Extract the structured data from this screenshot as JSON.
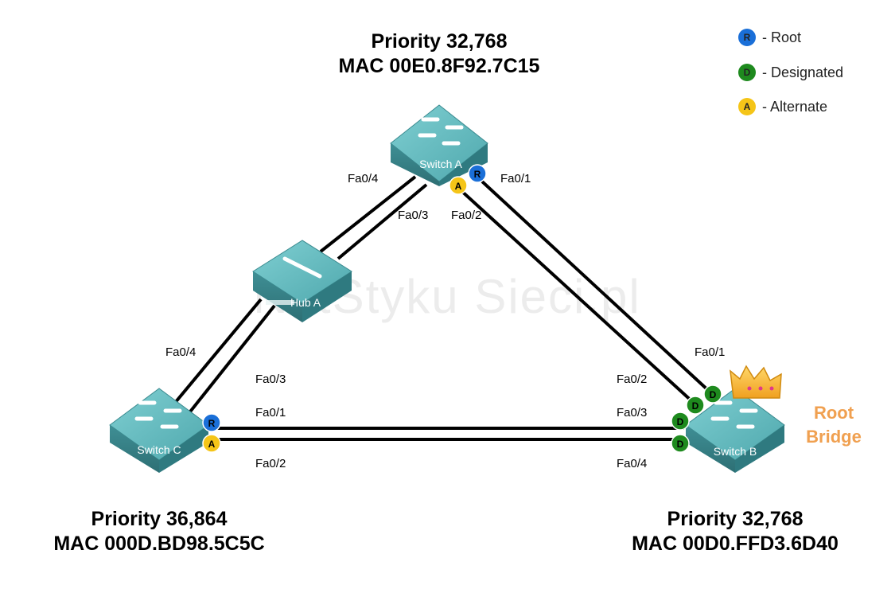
{
  "watermark": "NetStyku Sieci.pl",
  "legend": [
    {
      "badge": "R",
      "text": "- Root",
      "color": "#1a6fd8",
      "text_color": "#222222"
    },
    {
      "badge": "D",
      "text": "- Designated",
      "color": "#1e8a1e",
      "text_color": "#222222"
    },
    {
      "badge": "A",
      "text": "- Alternate",
      "color": "#f5c518",
      "text_color": "#222222"
    }
  ],
  "switch_a": {
    "label": "Switch A",
    "priority": "Priority 32,768",
    "mac": "MAC 00E0.8F92.7C15"
  },
  "switch_b": {
    "label": "Switch B",
    "priority": "Priority 32,768",
    "mac": "MAC 00D0.FFD3.6D40",
    "root_line1": "Root",
    "root_line2": "Bridge"
  },
  "switch_c": {
    "label": "Switch C",
    "priority": "Priority 36,864",
    "mac": "MAC 000D.BD98.5C5C"
  },
  "hub_a": {
    "label": "Hub A"
  },
  "ports": {
    "a_fa04": "Fa0/4",
    "a_fa03": "Fa0/3",
    "a_fa01": "Fa0/1",
    "a_fa02": "Fa0/2",
    "b_fa01": "Fa0/1",
    "b_fa02": "Fa0/2",
    "b_fa03": "Fa0/3",
    "b_fa04": "Fa0/4",
    "c_fa04": "Fa0/4",
    "c_fa03": "Fa0/3",
    "c_fa01": "Fa0/1",
    "c_fa02": "Fa0/2"
  },
  "badges": {
    "root": "R",
    "designated": "D",
    "alternate": "A"
  }
}
